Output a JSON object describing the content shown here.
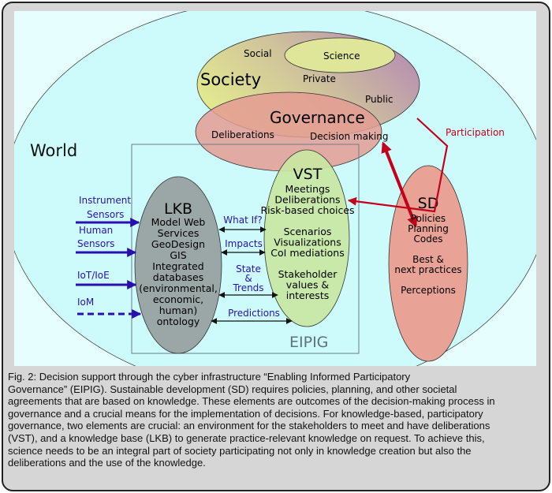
{
  "diagram": {
    "world": "World",
    "society": {
      "title": "Society",
      "social": "Social",
      "science": "Science",
      "private": "Private",
      "public": "Public"
    },
    "governance": {
      "title": "Governance",
      "deliberations": "Deliberations",
      "decision_making": "Decision making"
    },
    "participation": "Participation",
    "lkb": {
      "title": "LKB",
      "lines": [
        "Model Web",
        "Services",
        "GeoDesign",
        "GIS",
        "Integrated",
        "databases",
        "(environmental,",
        "economic,",
        "human)",
        "ontology"
      ]
    },
    "vst": {
      "title": "VST",
      "lines": [
        "Meetings",
        "Deliberations",
        "Risk-based choices",
        "",
        "Scenarios",
        "Visualizations",
        "CoI mediations",
        "",
        "Stakeholder",
        "values &",
        "interests"
      ]
    },
    "sd": {
      "title": "SD",
      "lines": [
        "Policies",
        "Planning",
        "Codes",
        "",
        "Best &",
        "next practices",
        "",
        "Perceptions"
      ]
    },
    "inputs": [
      "Instrument",
      "Sensors",
      "Human",
      "Sensors",
      "IoT/IoE",
      "IoM"
    ],
    "links": {
      "what_if": "What If?",
      "impacts": "Impacts",
      "state": "State",
      "amp": "&",
      "trends": "Trends",
      "predictions": "Predictions"
    },
    "eipig": "EIPIG",
    "colors": {
      "world": "#cdfbfb",
      "governance": "#e49b93",
      "lkb": "#9aa7a6",
      "vst": "#c9e7a3",
      "sd": "#e8a296",
      "participation": "#c4001a",
      "inputs": "#2a0fb0",
      "eipig": "#5f7080"
    }
  },
  "caption": [
    "Fig. 2: Decision support through the cyber infrastructure “Enabling Informed Participatory",
    "Governance” (EIPIG). Sustainable development (SD) requires policies, planning, and other societal",
    "agreements that are based on knowledge. These elements are outcomes of the decision-making process in",
    "governance and a crucial means for the implementation of decisions. For knowledge-based, participatory",
    "governance, two elements are crucial: an environment for the stakeholders to meet and have deliberations",
    "(VST), and a knowledge base (LKB) to generate practice-relevant knowledge on request. To achieve this,",
    "science needs to be an integral part of society participating not only in knowledge creation but also the",
    "deliberations and the use of the knowledge."
  ]
}
